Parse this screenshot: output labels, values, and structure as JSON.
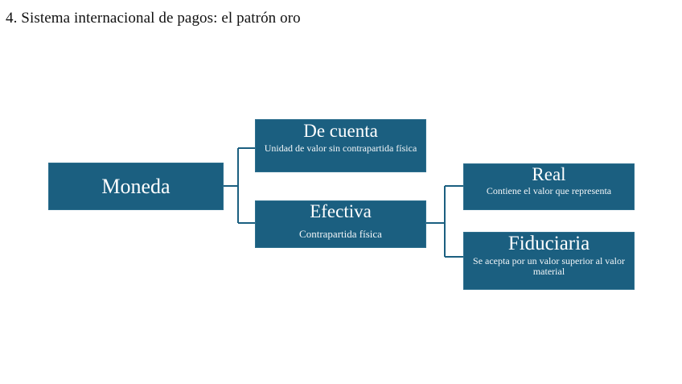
{
  "slide": {
    "title": "4. Sistema internacional de pagos: el patrón oro",
    "background_color": "#ffffff",
    "accent_color": "#1b5f80",
    "connector_color": "#1b5f80",
    "text_color": "#ffffff"
  },
  "diagram": {
    "type": "hierarchy",
    "nodes": {
      "moneda": {
        "title": "Moneda",
        "subtitle": ""
      },
      "de_cuenta": {
        "title": "De cuenta",
        "subtitle": "Unidad de valor sin contrapartida física"
      },
      "efectiva": {
        "title": "Efectiva",
        "subtitle": "Contrapartida física"
      },
      "real": {
        "title": "Real",
        "subtitle": "Contiene el valor que representa"
      },
      "fiduciaria": {
        "title": "Fiduciaria",
        "subtitle": "Se acepta por un valor superior al valor material"
      }
    },
    "edges": [
      {
        "from": "moneda",
        "to": "de_cuenta"
      },
      {
        "from": "moneda",
        "to": "efectiva"
      },
      {
        "from": "efectiva",
        "to": "real"
      },
      {
        "from": "efectiva",
        "to": "fiduciaria"
      }
    ]
  }
}
